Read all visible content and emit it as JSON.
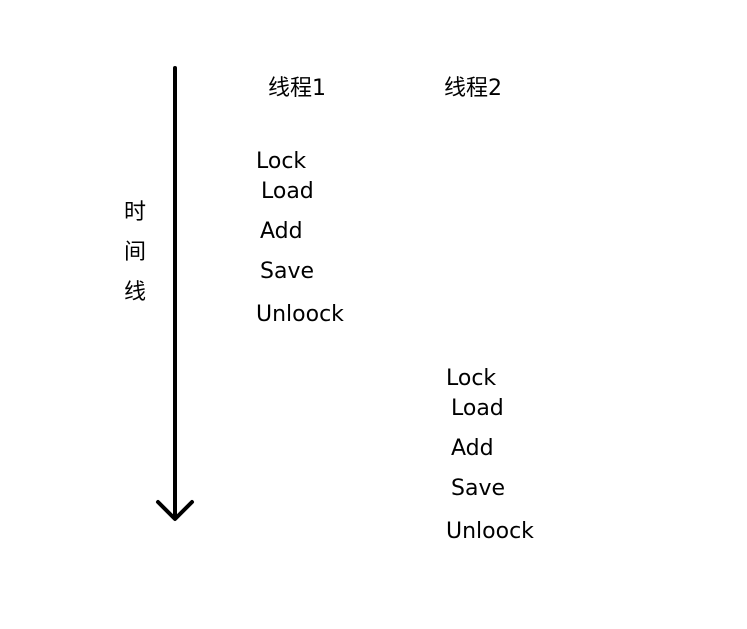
{
  "timeline": {
    "label_chars": [
      "时",
      "间",
      "线"
    ],
    "line_color": "#000000"
  },
  "thread1": {
    "title": "线程1",
    "steps": [
      "Lock",
      "Load",
      "Add",
      "Save",
      "Unloock"
    ]
  },
  "thread2": {
    "title": "线程2",
    "steps": [
      "Lock",
      "Load",
      "Add",
      "Save",
      "Unloock"
    ]
  }
}
